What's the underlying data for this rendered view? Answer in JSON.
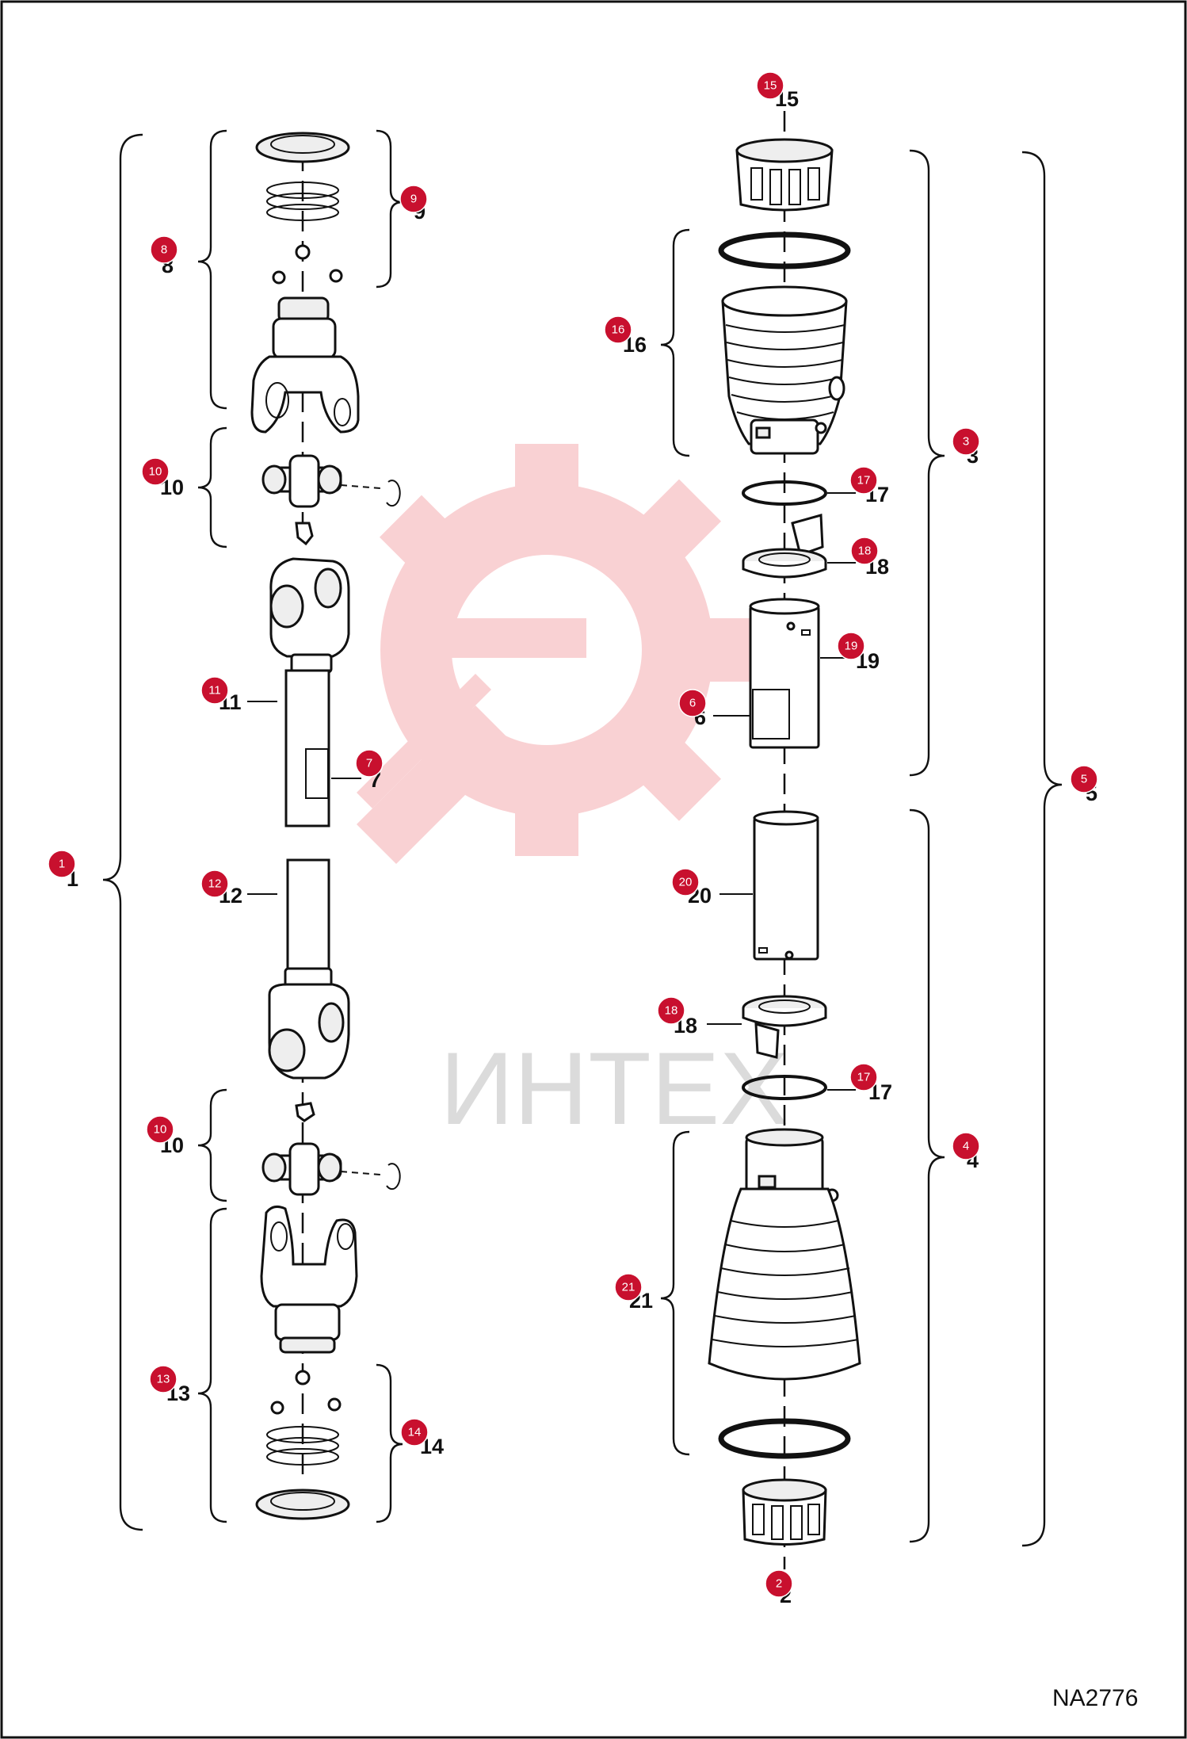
{
  "drawing_code": "NA2776",
  "watermark": {
    "text": "ИНТЕХ",
    "color": "#e8343c"
  },
  "colors": {
    "bubble": "#c8102e",
    "line": "#111111",
    "frame": "#111111"
  },
  "part_numbers": [
    "1",
    "2",
    "3",
    "4",
    "5",
    "6",
    "7",
    "8",
    "9",
    "10",
    "10",
    "11",
    "12",
    "13",
    "14",
    "15",
    "16",
    "17",
    "17",
    "18",
    "18",
    "19",
    "20",
    "21"
  ],
  "callouts": [
    {
      "number": "1"
    },
    {
      "number": "2"
    },
    {
      "number": "3"
    },
    {
      "number": "4"
    },
    {
      "number": "5"
    },
    {
      "number": "6"
    },
    {
      "number": "7"
    },
    {
      "number": "8"
    },
    {
      "number": "9"
    },
    {
      "number": "10"
    },
    {
      "number": "10"
    },
    {
      "number": "11"
    },
    {
      "number": "12"
    },
    {
      "number": "13"
    },
    {
      "number": "14"
    },
    {
      "number": "15"
    },
    {
      "number": "16"
    },
    {
      "number": "17"
    },
    {
      "number": "17"
    },
    {
      "number": "18"
    },
    {
      "number": "18"
    },
    {
      "number": "19"
    },
    {
      "number": "20"
    },
    {
      "number": "21"
    }
  ]
}
